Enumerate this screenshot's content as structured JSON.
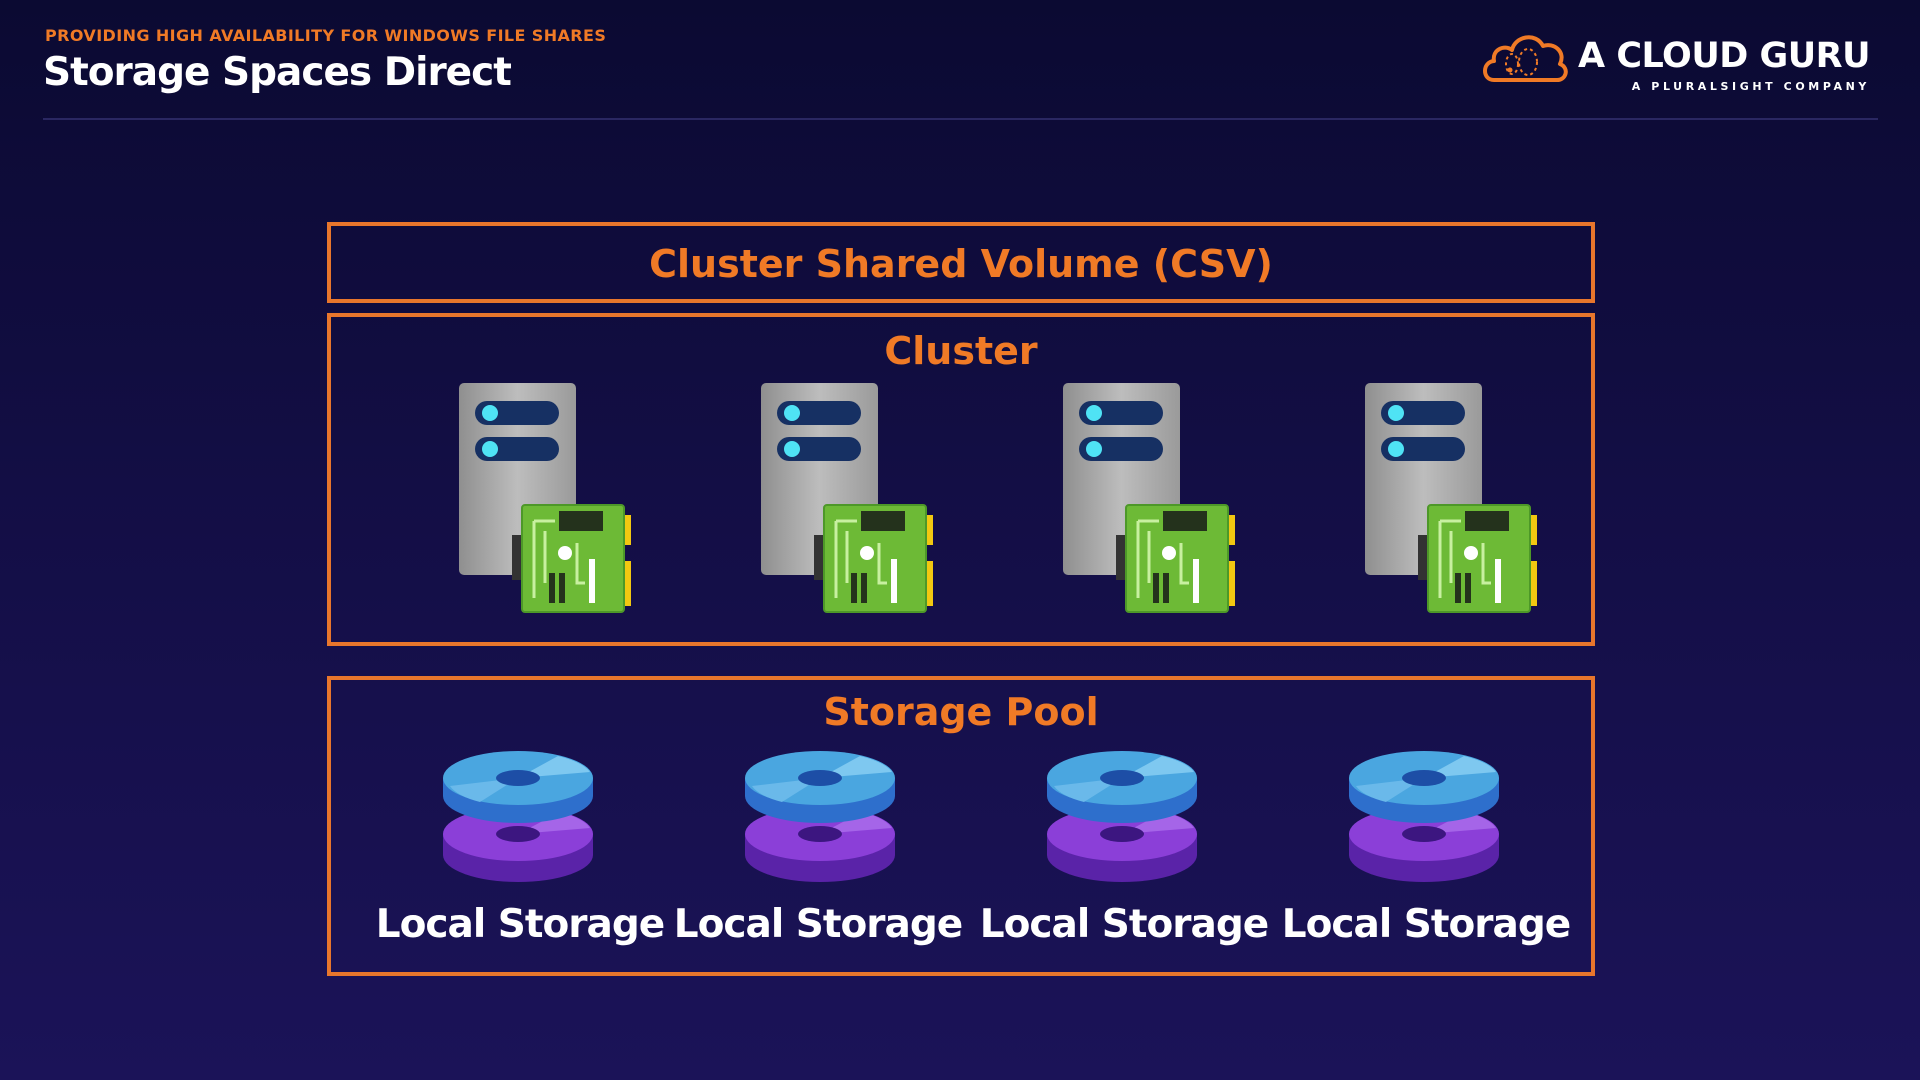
{
  "header": {
    "subtitle": "PROVIDING HIGH AVAILABILITY FOR WINDOWS FILE SHARES",
    "title": "Storage Spaces Direct"
  },
  "logo": {
    "name": "A CLOUD GURU",
    "tagline": "A PLURALSIGHT COMPANY"
  },
  "diagram": {
    "csv": {
      "label": "Cluster Shared Volume (CSV)"
    },
    "cluster": {
      "label": "Cluster",
      "server_icon": "server-with-nic-icon"
    },
    "storage_pool": {
      "label": "Storage Pool",
      "disk_icon": "disk-stack-icon",
      "items": [
        {
          "label": "Local Storage"
        },
        {
          "label": "Local Storage"
        },
        {
          "label": "Local Storage"
        },
        {
          "label": "Local Storage"
        }
      ]
    }
  },
  "colors": {
    "background_top": "#0b0a32",
    "background_bottom": "#1b1358",
    "accent_orange": "#f07a26",
    "text_white": "#ffffff"
  }
}
